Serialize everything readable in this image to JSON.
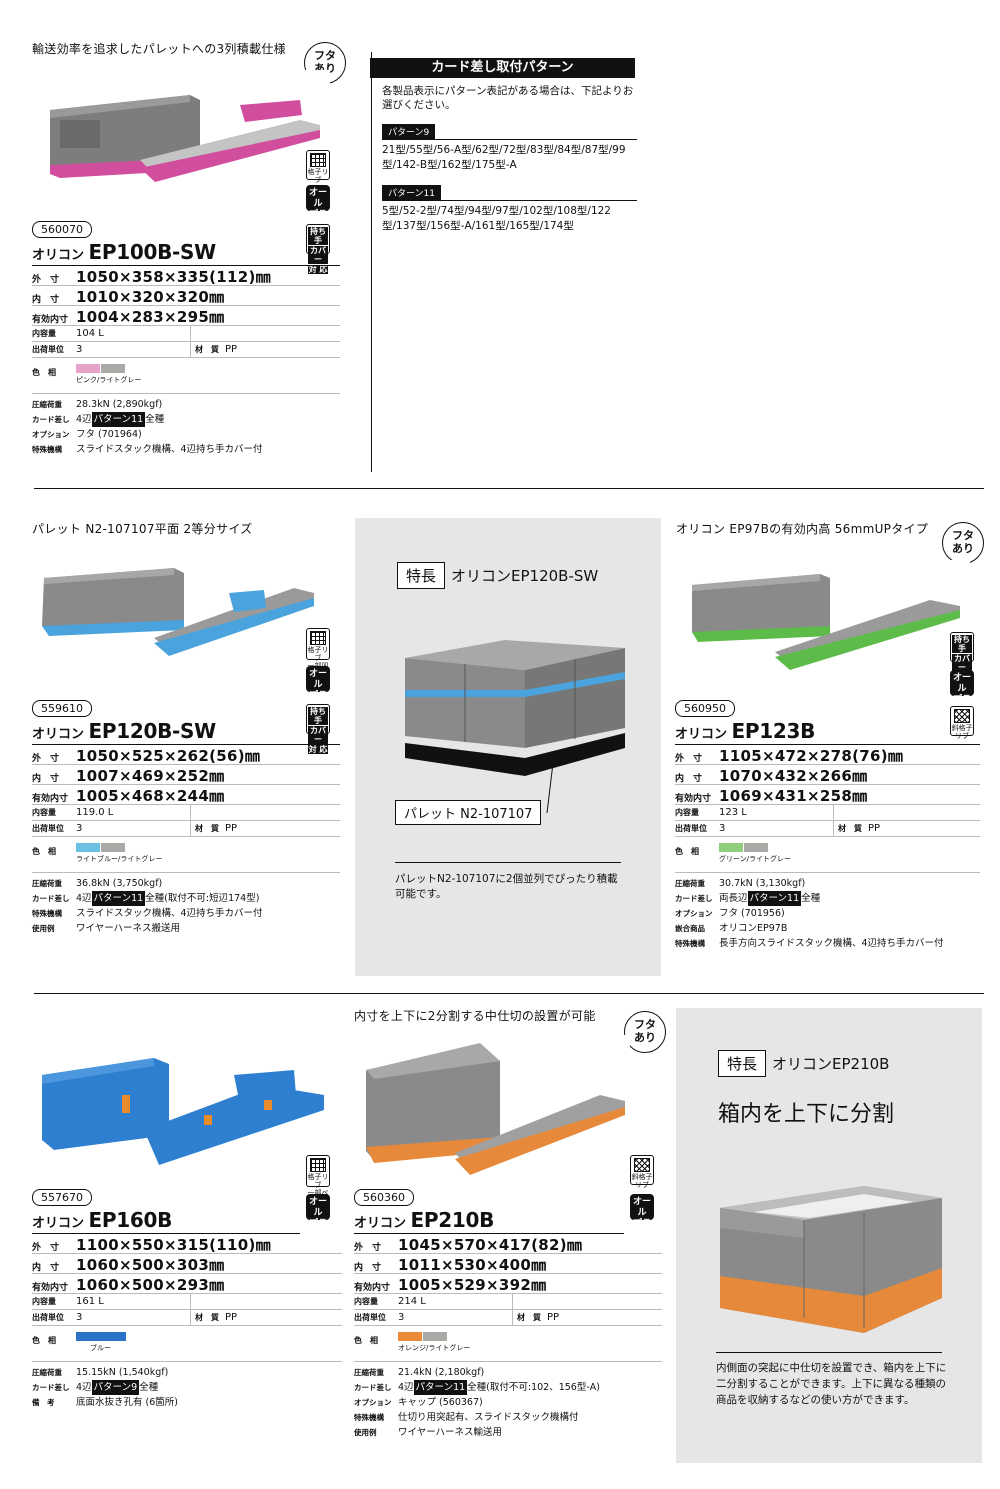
{
  "ep100": {
    "headline": "輸送効率を追求したパレットへの3列積載仕様",
    "badge": [
      "フタ",
      "あり"
    ],
    "icons": {
      "grid": "格子リブ",
      "allpla": [
        "オール",
        "プラ"
      ],
      "cover": [
        "持ち手",
        "カバー",
        "対 応"
      ]
    },
    "code": "560070",
    "prefix": "オリコン",
    "model": "EP100B-SW",
    "dims": [
      {
        "label": "外　寸",
        "value": "1050×358×335(112)㎜"
      },
      {
        "label": "内　寸",
        "value": "1010×320×320㎜"
      },
      {
        "label": "有効内寸",
        "value": "1004×283×295㎜"
      }
    ],
    "capacity_label": "内容量",
    "capacity": "104 L",
    "unit_label": "出荷単位",
    "unit": "3",
    "material_label": "材　質",
    "material": "PP",
    "color_label": "色　相",
    "colors": [
      "#e6a3c7",
      "#a9aaa6"
    ],
    "color_name": "ピンク/ライトグレー",
    "specs": [
      {
        "label": "圧縮荷重",
        "value": "28.3kN (2,890kgf)"
      },
      {
        "label": "カード差し",
        "pre": "4辺",
        "pattern": "パターン11",
        "post": "全種"
      },
      {
        "label": "オプション",
        "value": "フタ (701964)"
      },
      {
        "label": "特殊機構",
        "value": "スライドスタック機構、4辺持ち手カバー付"
      }
    ]
  },
  "card": {
    "title": "カード差し取付パターン",
    "note": "各製品表示にパターン表記がある場合は、下記よりお選びください。",
    "p9_label": "パターン9",
    "p9": "21型/55型/56-A型/62型/72型/83型/84型/87型/99型/142-B型/162型/175型-A",
    "p11_label": "パターン11",
    "p11": "5型/52-2型/74型/94型/97型/102型/108型/122型/137型/156型-A/161型/165型/174型"
  },
  "ep120": {
    "headline": "パレット N2-107107平面 2等分サイズ",
    "icons": {
      "grid": [
        "格子リブ",
        "一部凹有"
      ],
      "allpla": [
        "オール",
        "プラ"
      ],
      "cover": [
        "持ち手",
        "カバー",
        "対 応"
      ]
    },
    "code": "559610",
    "prefix": "オリコン",
    "model": "EP120B-SW",
    "dims": [
      {
        "label": "外　寸",
        "value": "1050×525×262(56)㎜"
      },
      {
        "label": "内　寸",
        "value": "1007×469×252㎜"
      },
      {
        "label": "有効内寸",
        "value": "1005×468×244㎜"
      }
    ],
    "capacity_label": "内容量",
    "capacity": "119.0 L",
    "unit_label": "出荷単位",
    "unit": "3",
    "material_label": "材　質",
    "material": "PP",
    "color_label": "色　相",
    "colors": [
      "#6cc0e3",
      "#a9aaa6"
    ],
    "color_name": "ライトブルー/ライトグレー",
    "specs": [
      {
        "label": "圧縮荷重",
        "value": "36.8kN (3,750kgf)"
      },
      {
        "label": "カード差し",
        "pre": "4辺",
        "pattern": "パターン11",
        "post": "全種(取付不可:短辺174型)"
      },
      {
        "label": "特殊機構",
        "value": "スライドスタック機構、4辺持ち手カバー付"
      },
      {
        "label": "使用例",
        "value": "ワイヤーハーネス搬送用"
      }
    ]
  },
  "feature1": {
    "tag": "特長",
    "title": "オリコンEP120B-SW",
    "callout": "パレット N2-107107",
    "text": "パレットN2-107107に2個並列でぴったり積載可能です。"
  },
  "ep123": {
    "headline": "オリコン EP97Bの有効内高 56mmUPタイプ",
    "badge": [
      "フタ",
      "あり"
    ],
    "icons": {
      "cover": [
        "持ち手",
        "カバー",
        "対 応"
      ],
      "allpla": [
        "オール",
        "プラ"
      ],
      "diag": "斜格子リブ"
    },
    "code": "560950",
    "prefix": "オリコン",
    "model": "EP123B",
    "dims": [
      {
        "label": "外　寸",
        "value": "1105×472×278(76)㎜"
      },
      {
        "label": "内　寸",
        "value": "1070×432×266㎜"
      },
      {
        "label": "有効内寸",
        "value": "1069×431×258㎜"
      }
    ],
    "capacity_label": "内容量",
    "capacity": "123 L",
    "unit_label": "出荷単位",
    "unit": "3",
    "material_label": "材　質",
    "material": "PP",
    "color_label": "色　相",
    "colors": [
      "#8fcf7c",
      "#a9aaa6"
    ],
    "color_name": "グリーン/ライトグレー",
    "specs": [
      {
        "label": "圧縮荷重",
        "value": "30.7kN (3,130kgf)"
      },
      {
        "label": "カード差し",
        "pre": "両長辺",
        "pattern": "パターン11",
        "post": "全種"
      },
      {
        "label": "オプション",
        "value": "フタ (701956)"
      },
      {
        "label": "嵌合商品",
        "value": "オリコンEP97B"
      },
      {
        "label": "特殊機構",
        "value": "長手方向スライドスタック機構、4辺持ち手カバー付"
      }
    ]
  },
  "ep160": {
    "icons": {
      "grid": [
        "格子リブ",
        "一部ベタ"
      ],
      "allpla": [
        "オール",
        "プラ"
      ]
    },
    "code": "557670",
    "prefix": "オリコン",
    "model": "EP160B",
    "dims": [
      {
        "label": "外　寸",
        "value": "1100×550×315(110)㎜"
      },
      {
        "label": "内　寸",
        "value": "1060×500×303㎜"
      },
      {
        "label": "有効内寸",
        "value": "1060×500×293㎜"
      }
    ],
    "capacity_label": "内容量",
    "capacity": "161 L",
    "unit_label": "出荷単位",
    "unit": "3",
    "material_label": "材　質",
    "material": "PP",
    "color_label": "色　相",
    "colors": [
      "#2a72c5"
    ],
    "color_name": "ブルー",
    "specs": [
      {
        "label": "圧縮荷重",
        "value": "15.15kN (1,540kgf)"
      },
      {
        "label": "カード差し",
        "pre": "4辺",
        "pattern": "パターン9",
        "post": "全種"
      },
      {
        "label": "備　考",
        "value": "底面水抜き孔有 (6箇所)"
      }
    ]
  },
  "ep210": {
    "headline": "内寸を上下に2分割する中仕切の設置が可能",
    "badge": [
      "フタ",
      "あり"
    ],
    "icons": {
      "diag": "斜格子リブ",
      "allpla": [
        "オール",
        "プラ"
      ]
    },
    "code": "560360",
    "prefix": "オリコン",
    "model": "EP210B",
    "dims": [
      {
        "label": "外　寸",
        "value": "1045×570×417(82)㎜"
      },
      {
        "label": "内　寸",
        "value": "1011×530×400㎜"
      },
      {
        "label": "有効内寸",
        "value": "1005×529×392㎜"
      }
    ],
    "capacity_label": "内容量",
    "capacity": "214 L",
    "unit_label": "出荷単位",
    "unit": "3",
    "material_label": "材　質",
    "material": "PP",
    "color_label": "色　相",
    "colors": [
      "#ec8a3a",
      "#a9aaa6"
    ],
    "color_name": "オレンジ/ライトグレー",
    "specs": [
      {
        "label": "圧縮荷重",
        "value": "21.4kN (2,180kgf)"
      },
      {
        "label": "カード差し",
        "pre": "4辺",
        "pattern": "パターン11",
        "post": "全種(取付不可:102、156型-A)"
      },
      {
        "label": "オプション",
        "value": "キャップ (560367)"
      },
      {
        "label": "特殊機構",
        "value": "仕切り用突起有、スライドスタック機構付"
      },
      {
        "label": "使用例",
        "value": "ワイヤーハーネス輸送用"
      }
    ]
  },
  "feature2": {
    "tag": "特長",
    "title": "オリコンEP210B",
    "subtitle": "箱内を上下に分割",
    "text": "内側面の突起に中仕切を設置でき、箱内を上下に二分割することができます。上下に異なる種類の商品を収納するなどの使い方ができます。"
  }
}
